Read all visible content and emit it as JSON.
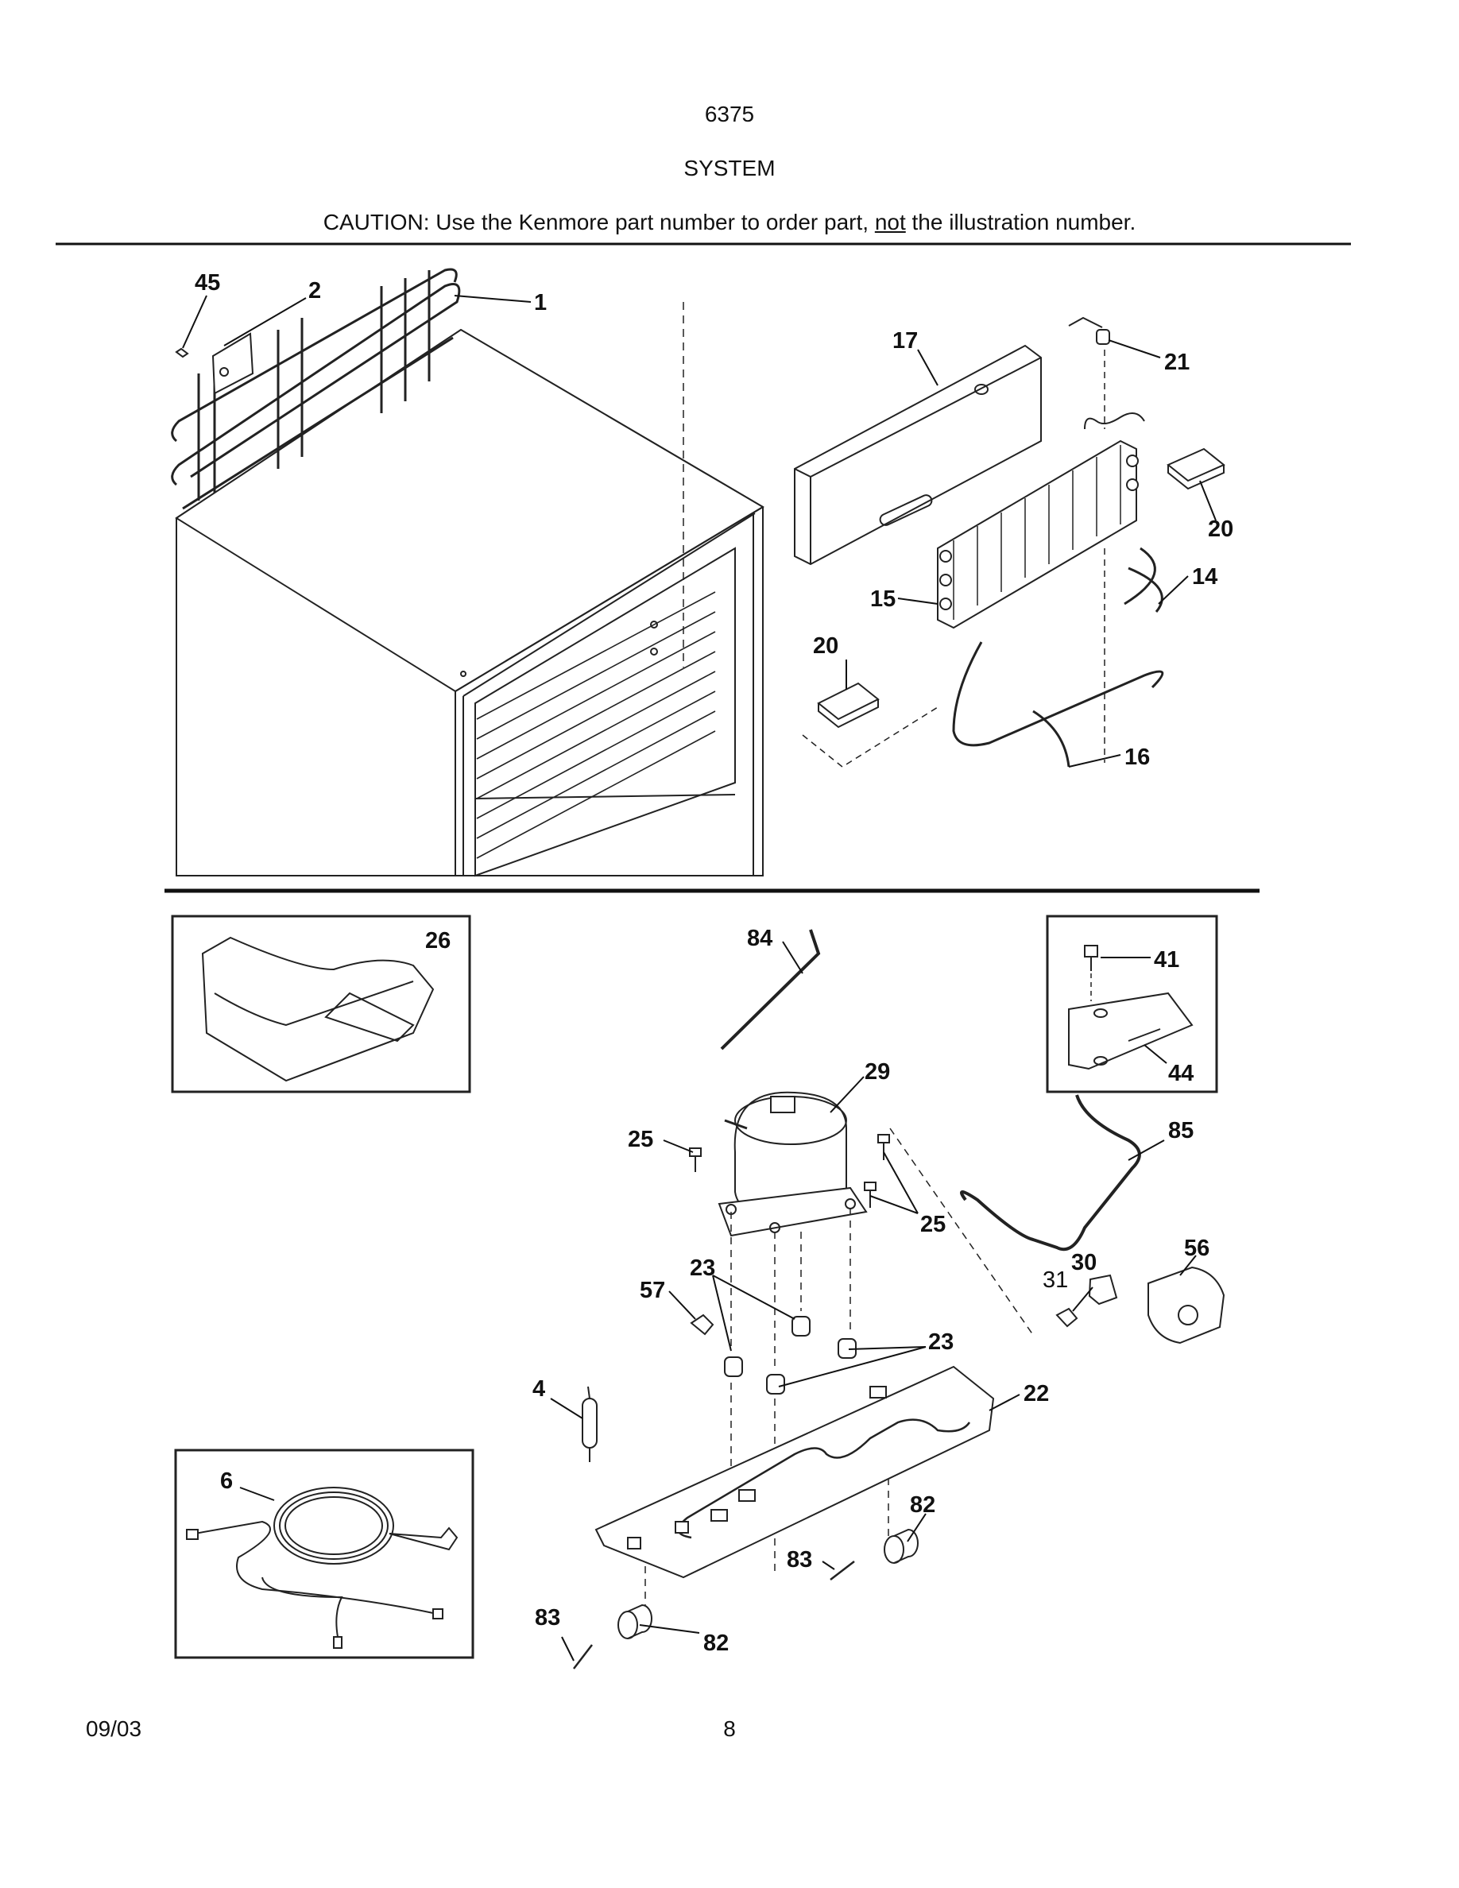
{
  "header": {
    "model": "6375",
    "section": "SYSTEM",
    "caution_pre": "CAUTION: Use the Kenmore part number to order part, ",
    "caution_emph": "not",
    "caution_post": " the illustration number."
  },
  "callouts": {
    "c45": "45",
    "c2": "2",
    "c1": "1",
    "c17": "17",
    "c21": "21",
    "c20a": "20",
    "c14": "14",
    "c15": "15",
    "c20b": "20",
    "c16": "16",
    "c26": "26",
    "c84": "84",
    "c41": "41",
    "c44": "44",
    "c29": "29",
    "c85": "85",
    "c25a": "25",
    "c25b": "25",
    "c23a": "23",
    "c57": "57",
    "c30": "30",
    "c56": "56",
    "c31": "31",
    "c23b": "23",
    "c4": "4",
    "c22": "22",
    "c6": "6",
    "c82a": "82",
    "c83a": "83",
    "c83b": "83",
    "c82b": "82"
  },
  "footer": {
    "date": "09/03",
    "page": "8"
  }
}
